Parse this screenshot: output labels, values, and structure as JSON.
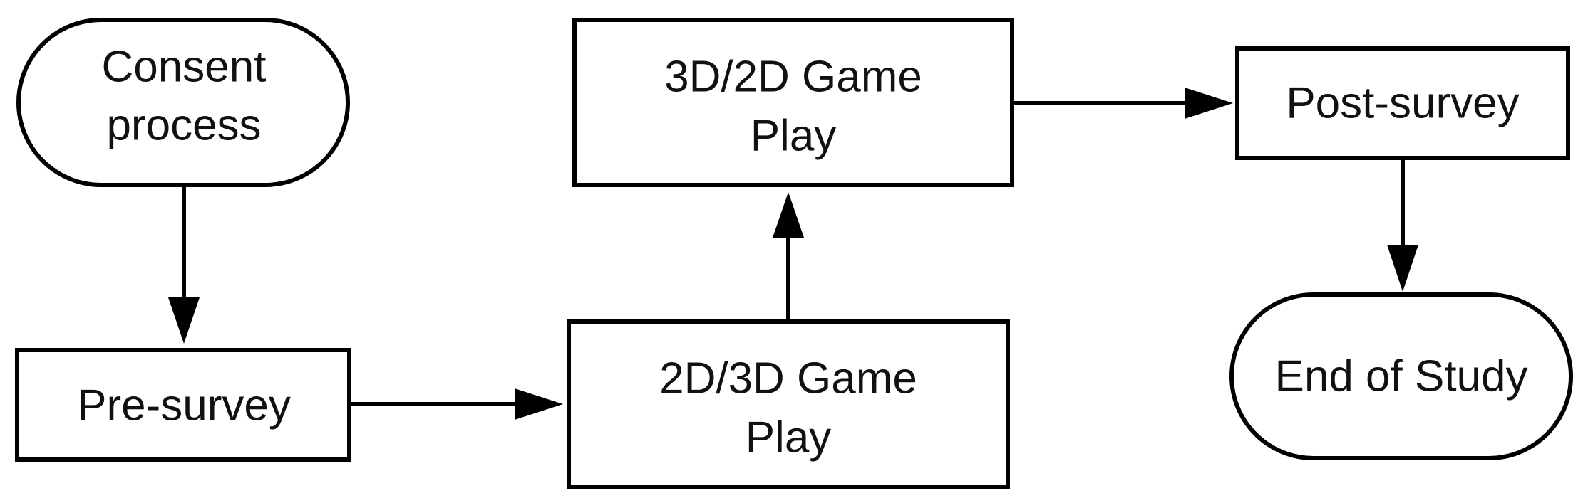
{
  "nodes": {
    "consent": {
      "lines": [
        "Consent",
        "process"
      ],
      "shape": "terminal"
    },
    "pre_survey": {
      "lines": [
        "Pre-survey"
      ],
      "shape": "process"
    },
    "play_2d3d": {
      "lines": [
        "2D/3D Game",
        "Play"
      ],
      "shape": "process"
    },
    "play_3d2d": {
      "lines": [
        "3D/2D Game",
        "Play"
      ],
      "shape": "process"
    },
    "post_survey": {
      "lines": [
        "Post-survey"
      ],
      "shape": "process"
    },
    "end": {
      "lines": [
        "End of Study"
      ],
      "shape": "terminal"
    }
  },
  "edges": [
    {
      "from": "consent",
      "to": "pre_survey"
    },
    {
      "from": "pre_survey",
      "to": "play_2d3d"
    },
    {
      "from": "play_2d3d",
      "to": "play_3d2d"
    },
    {
      "from": "play_3d2d",
      "to": "post_survey"
    },
    {
      "from": "post_survey",
      "to": "end"
    }
  ],
  "colors": {
    "stroke": "#000000",
    "fill": "#ffffff",
    "text": "#111111"
  }
}
